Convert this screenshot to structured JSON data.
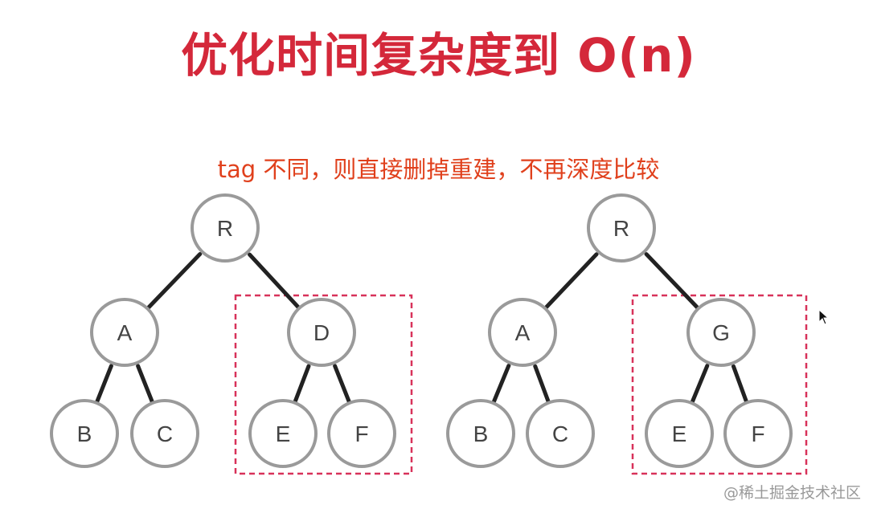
{
  "title": "优化时间复杂度到 O(n)",
  "subtitle": "tag 不同，则直接删掉重建，不再深度比较",
  "trees": [
    {
      "nodes": [
        "R",
        "A",
        "D",
        "B",
        "C",
        "E",
        "F"
      ],
      "highlighted_subtree_root": "D"
    },
    {
      "nodes": [
        "R",
        "A",
        "G",
        "B",
        "C",
        "E",
        "F"
      ],
      "highlighted_subtree_root": "G"
    }
  ],
  "colors": {
    "title": "#d4283a",
    "subtitle": "#e0401c",
    "highlight_box": "#d8325a",
    "node_stroke": "#9a9a9a",
    "edge": "#222222"
  },
  "watermark": "@稀土掘金技术社区"
}
